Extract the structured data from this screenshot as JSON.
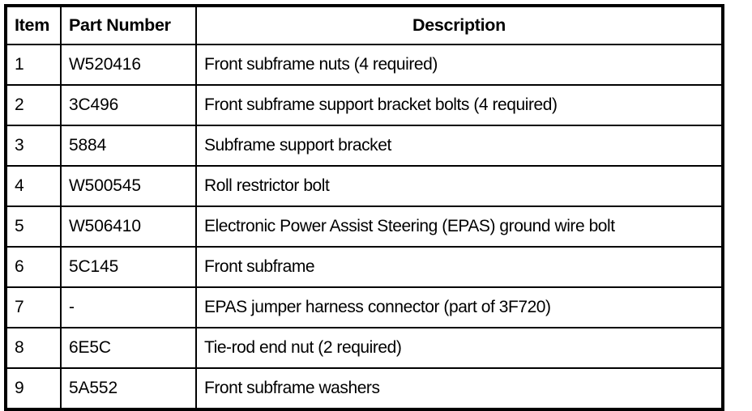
{
  "table": {
    "columns": [
      {
        "key": "item",
        "label": "Item",
        "align": "left"
      },
      {
        "key": "part_number",
        "label": "Part Number",
        "align": "left"
      },
      {
        "key": "description",
        "label": "Description",
        "align": "center"
      }
    ],
    "rows": [
      {
        "item": "1",
        "part_number": "W520416",
        "description": "Front subframe nuts (4 required)"
      },
      {
        "item": "2",
        "part_number": "3C496",
        "description": "Front subframe support bracket bolts (4 required)"
      },
      {
        "item": "3",
        "part_number": "5884",
        "description": "Subframe support bracket"
      },
      {
        "item": "4",
        "part_number": "W500545",
        "description": "Roll restrictor bolt"
      },
      {
        "item": "5",
        "part_number": "W506410",
        "description": "Electronic Power Assist Steering (EPAS) ground wire bolt"
      },
      {
        "item": "6",
        "part_number": "5C145",
        "description": "Front subframe"
      },
      {
        "item": "7",
        "part_number": "-",
        "description": "EPAS jumper harness connector (part of 3F720)"
      },
      {
        "item": "8",
        "part_number": "6E5C",
        "description": "Tie-rod end nut (2 required)"
      },
      {
        "item": "9",
        "part_number": "5A552",
        "description": "Front subframe washers"
      }
    ]
  },
  "colors": {
    "background": "#ffffff",
    "border": "#000000",
    "text": "#000000"
  }
}
